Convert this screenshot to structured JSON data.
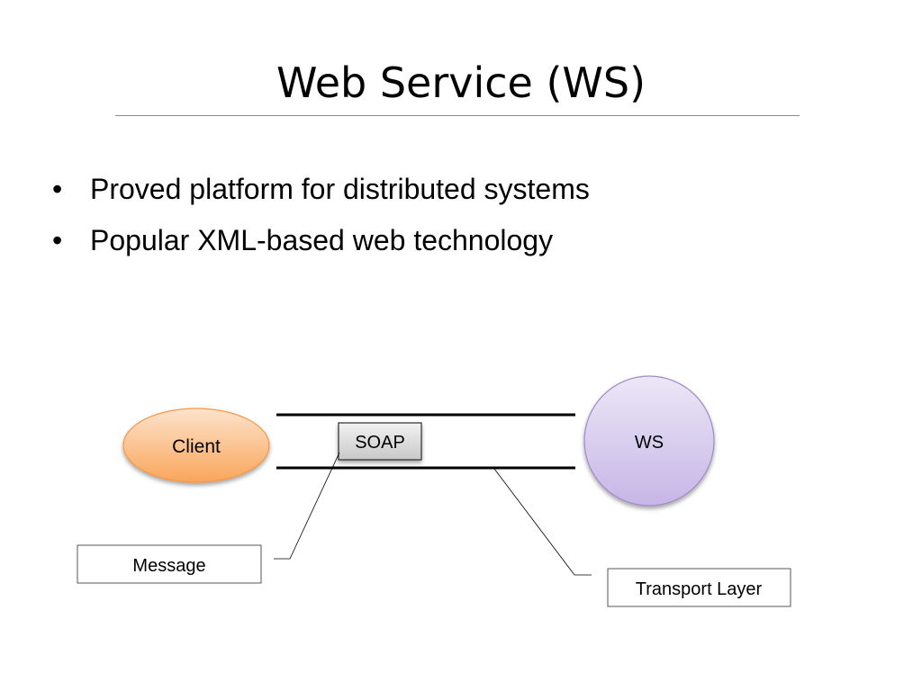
{
  "slide": {
    "title": "Web Service (WS)",
    "bullets": [
      "Proved platform for distributed systems",
      "Popular XML-based web technology"
    ],
    "bullet_glyph": "•"
  },
  "diagram": {
    "client_label": "Client",
    "soap_label": "SOAP",
    "ws_label": "WS",
    "message_label": "Message",
    "transport_label": "Transport Layer"
  },
  "colors": {
    "client_fill_top": "#fde3cc",
    "client_fill_bottom": "#f9a55a",
    "client_stroke": "#f79646",
    "ws_fill_top": "#ece7f7",
    "ws_fill_bottom": "#c6b5e6",
    "ws_stroke": "#9f8bc8",
    "soap_fill_top": "#f2f2f2",
    "soap_fill_bottom": "#c8c8c8"
  }
}
